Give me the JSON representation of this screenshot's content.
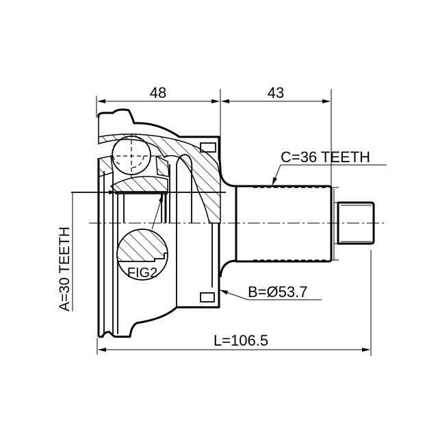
{
  "drawing": {
    "title": "CV joint outer (technical drawing)",
    "background": "#ffffff",
    "line_color": "#000000"
  },
  "dimensions": {
    "width_48": "48",
    "width_43": "43",
    "overall_length": "L=106.5",
    "b_diameter": "B=Ø53.7",
    "c_teeth": "C=36 TEETH",
    "a_teeth": "A=30 TEETH"
  },
  "detail": {
    "fig_label": "FIG2"
  }
}
